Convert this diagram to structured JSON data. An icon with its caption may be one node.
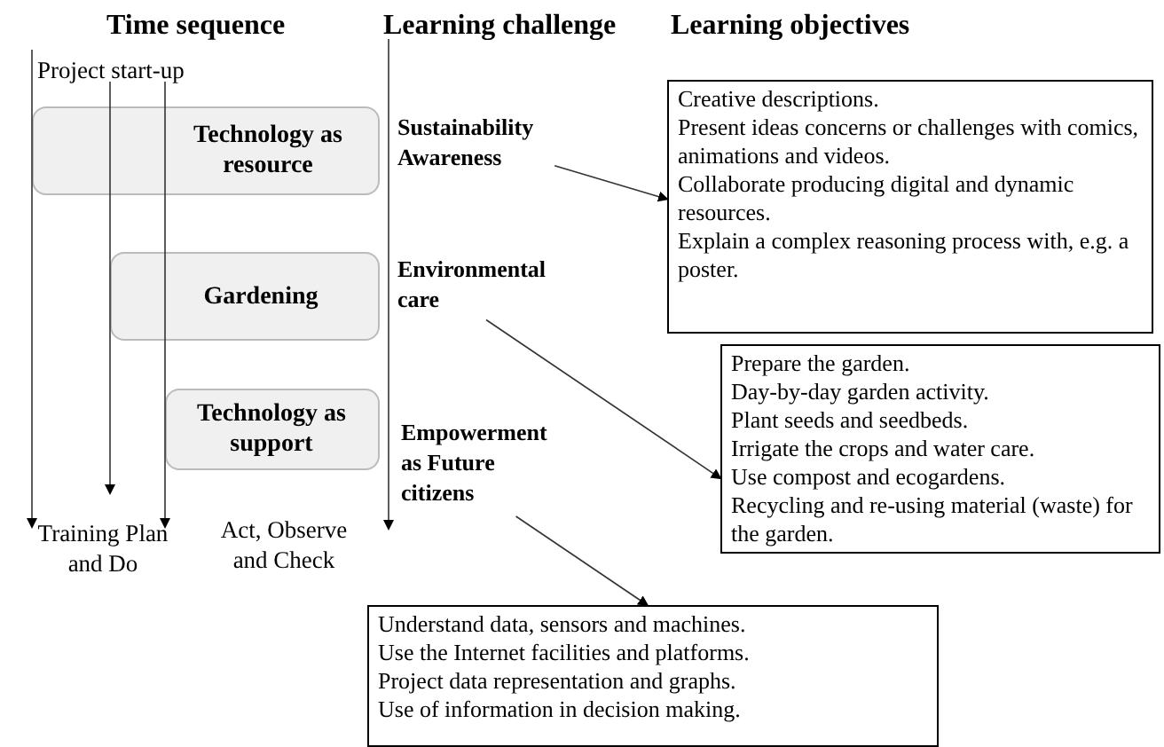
{
  "diagram": {
    "nodes": [
      {
        "text": [
          "Technology as resource"
        ]
      },
      {
        "text": [
          "Gardening"
        ]
      },
      {
        "text": [
          "Technology as support"
        ]
      },
      {
        "text": [
          "Sustainability Awareness"
        ]
      },
      {
        "text": [
          "Environmental care"
        ]
      },
      {
        "text": [
          "Empowerment as Future citizens"
        ]
      },
      {
        "text": [
          "Creative descriptions.",
          "Present ideas concerns or challenges with comics, animations and videos.",
          "Collaborate producing digital and dynamic resources.",
          "Explain a complex reasoning process with, e.g. a poster."
        ]
      },
      {
        "text": [
          "Prepare the garden.",
          "Day-by-day garden activity.",
          "Plant seeds and seedbeds.",
          "Irrigate the crops and water care.",
          "Use compost and ecogardens.",
          "Recycling and re-using material (waste) for the garden."
        ]
      },
      {
        "text": [
          "Understand data, sensors and machines.",
          "Use the Internet facilities and platforms.",
          "Project data representation and graphs.",
          "Use of information in decision making."
        ]
      }
    ],
    "edges": [
      {
        "from": 3,
        "to": 6,
        "arrow": "to"
      },
      {
        "from": 4,
        "to": 7,
        "arrow": "to"
      },
      {
        "from": 5,
        "to": 8,
        "arrow": "to"
      }
    ],
    "labels": [
      "Time sequence",
      "Learning challenge",
      "Learning objectives",
      "Project start-up",
      "Training Plan and Do",
      "Act, Observe and Check"
    ]
  }
}
